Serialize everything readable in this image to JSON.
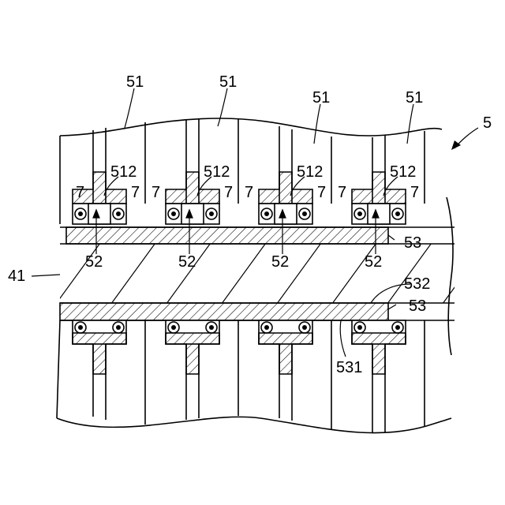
{
  "labels": {
    "gear": "51",
    "assembly": "5",
    "shaft": "41",
    "slot": "52",
    "sleeve": "53",
    "sleeve_outer": "532",
    "sleeve_inner": "531",
    "gear_hub": "512",
    "bearing": "7"
  }
}
